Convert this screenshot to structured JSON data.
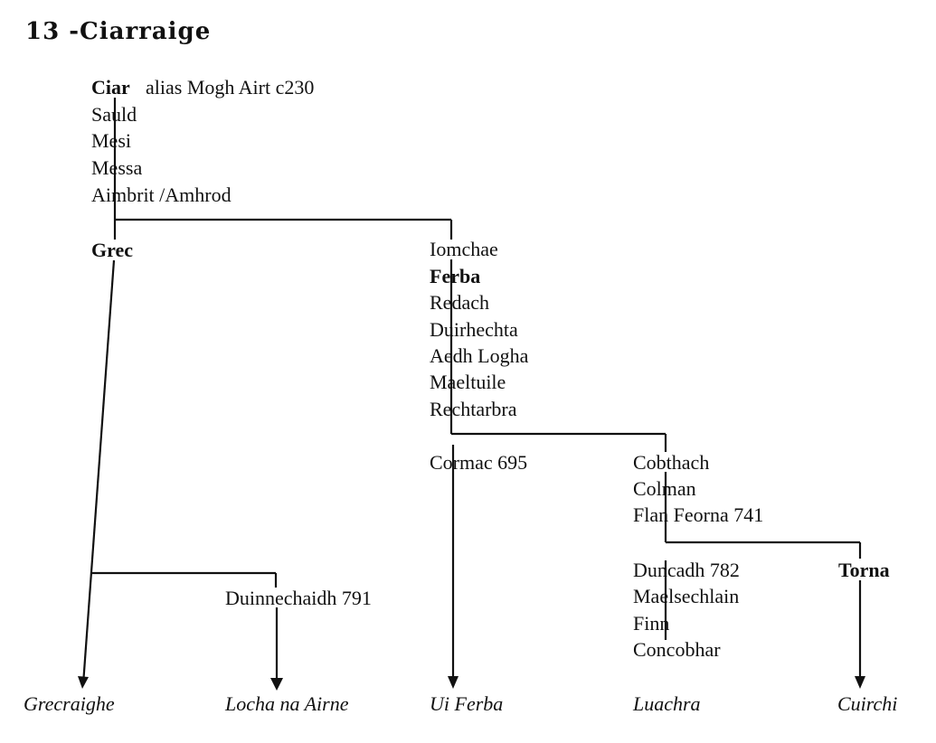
{
  "title": "13 -Ciarraige",
  "root": {
    "name": "Ciar",
    "note": "alias Mogh Airt c230"
  },
  "names": {
    "sauld": "Sauld",
    "mesi": "Mesi",
    "messa": "Messa",
    "aimbrit": "Aimbrit /Amhrod",
    "grec": "Grec",
    "iomchae": "Iomchae",
    "ferba": "Ferba",
    "redach": "Redach",
    "duirhechta": "Duirhechta",
    "aedh": "Aedh Logha",
    "maeltuile": "Maeltuile",
    "rechtarbra": "Rechtarbra",
    "cormac": "Cormac  695",
    "cobthach": "Cobthach",
    "colman": "Colman",
    "flan": "Flan Feorna 741",
    "duinnechaidh": "Duinnechaidh 791",
    "duncadh": "Duncadh 782",
    "maelsechlain": "Maelsechlain",
    "finn": "Finn",
    "concobhar": "Concobhar",
    "torna": "Torna"
  },
  "territories": {
    "grecraighe": "Grecraighe",
    "locha": "Locha na Airne",
    "uiferba": "Ui Ferba",
    "luachra": "Luachra",
    "cuirchi": "Cuirchi"
  }
}
